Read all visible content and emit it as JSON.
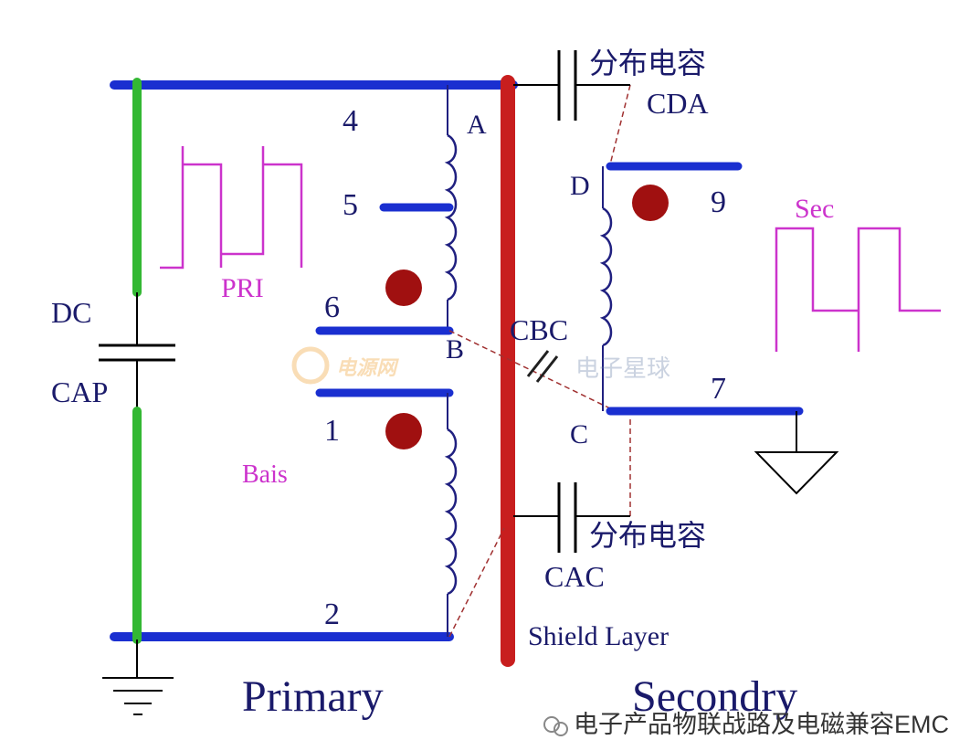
{
  "labels": {
    "pin_4": "4",
    "pin_5": "5",
    "pin_6": "6",
    "pin_1": "1",
    "pin_2": "2",
    "pin_9": "9",
    "pin_7": "7",
    "node_a": "A",
    "node_b": "B",
    "node_c": "C",
    "node_d": "D",
    "pri": "PRI",
    "sec": "Sec",
    "bais": "Bais",
    "dc": "DC",
    "cap": "CAP",
    "cbc": "CBC",
    "cda_cn": "分布电容",
    "cda": "CDA",
    "cac_cn": "分布电容",
    "cac": "CAC",
    "shield": "Shield Layer",
    "primary": "Primary",
    "secondary": "Secondry"
  },
  "watermarks": {
    "left_logo": "电源网",
    "right_logo": "电子星球",
    "footer": "电子产品物联战路及电磁兼容EMC"
  },
  "colors": {
    "rail_blue": "#1a2fd0",
    "dc_green": "#33b833",
    "shield_red": "#c81e1e",
    "waveform_magenta": "#cc33cc",
    "label_navy": "#1a1a6a",
    "coil_navy": "#202080",
    "dot_maroon": "#a01010"
  }
}
